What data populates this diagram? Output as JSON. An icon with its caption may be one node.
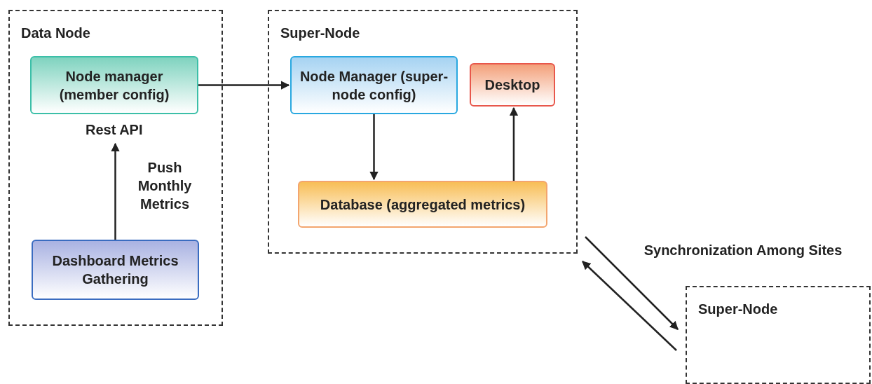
{
  "diagram": {
    "nodes": [
      {
        "text": [
          "Data Node"
        ]
      },
      {
        "text": [
          "Node manager (member config)"
        ],
        "in": 0,
        "beside": [
          "Rest API"
        ]
      },
      {
        "text": [
          "Dashboard Metrics Gathering"
        ],
        "in": 0
      },
      {
        "text": [
          "Super-Node"
        ]
      },
      {
        "text": [
          "Node Manager (super-node config)"
        ],
        "in": 3
      },
      {
        "text": [
          "Desktop"
        ],
        "in": 3
      },
      {
        "text": [
          "Database (aggregated metrics)"
        ],
        "in": 3
      },
      {
        "text": [
          "Super-Node"
        ]
      }
    ],
    "edges": [
      {
        "from": 1,
        "to": 4,
        "arrow": "to"
      },
      {
        "from": 2,
        "to": 1,
        "arrow": "to",
        "label": "Push Monthly Metrics"
      },
      {
        "from": 4,
        "to": 6,
        "arrow": "to"
      },
      {
        "from": 6,
        "to": 5,
        "arrow": "to"
      },
      {
        "from": 3,
        "to": 7,
        "arrow": "to",
        "label": "Synchronization Among Sites"
      },
      {
        "from": 7,
        "to": 3,
        "arrow": "to"
      }
    ]
  }
}
